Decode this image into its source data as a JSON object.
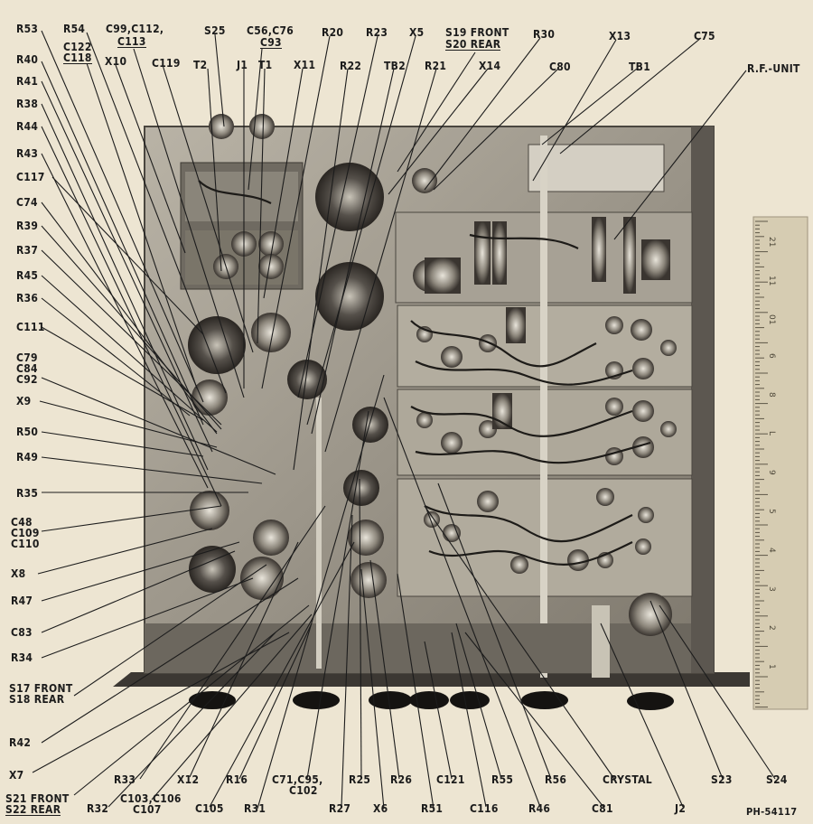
{
  "figure_id": "PH-54117",
  "labels": {
    "R53": "R53",
    "R54": "R54",
    "C122": "C122",
    "C118": "C118",
    "C99_C112": "C99,C112,",
    "C113": "C113",
    "S25": "S25",
    "C56_C76": "C56,C76",
    "C93": "C93",
    "R20": "R20",
    "R23": "R23",
    "X5": "X5",
    "S19": "S19 FRONT",
    "S20": "S20 REAR",
    "R30": "R30",
    "X13": "X13",
    "C75": "C75",
    "R40": "R40",
    "X10": "X10",
    "C119": "C119",
    "T2": "T2",
    "J1": "J1",
    "T1": "T1",
    "X11": "X11",
    "R22": "R22",
    "TB2": "TB2",
    "R21": "R21",
    "X14": "X14",
    "C80": "C80",
    "TB1": "TB1",
    "RF_UNIT": "R.F.-UNIT",
    "R41": "R41",
    "R38": "R38",
    "R44": "R44",
    "R43": "R43",
    "C117": "C117",
    "C74": "C74",
    "R39": "R39",
    "R37": "R37",
    "R45": "R45",
    "R36": "R36",
    "C111": "C111",
    "C79": "C79",
    "C84": "C84",
    "C92": "C92",
    "X9": "X9",
    "R50": "R50",
    "R49": "R49",
    "R35": "R35",
    "C48": "C48",
    "C109": "C109",
    "C110": "C110",
    "X8": "X8",
    "R47": "R47",
    "C83": "C83",
    "R34": "R34",
    "S17": "S17 FRONT",
    "S18": "S18 REAR",
    "R42": "R42",
    "X7": "X7",
    "S21": "S21 FRONT",
    "S22": "S22 REAR",
    "R33": "R33",
    "R32": "R32",
    "X12": "X12",
    "C103_C106": "C103,C106",
    "C107": "C107",
    "C105": "C105",
    "R16": "R16",
    "R31": "R31",
    "C71_C95": "C71,C95,",
    "C102": "C102",
    "R27": "R27",
    "R25": "R25",
    "X6": "X6",
    "R26": "R26",
    "R51": "R51",
    "C121": "C121",
    "C116": "C116",
    "R55": "R55",
    "R46": "R46",
    "R56": "R56",
    "CRYSTAL": "CRYSTAL",
    "C81": "C81",
    "J2": "J2",
    "S23": "S23",
    "S24": "S24"
  },
  "ruler_digits": [
    "21",
    "11",
    "01",
    "6",
    "8",
    "L",
    "9",
    "5",
    "4",
    "3",
    "2",
    "1"
  ],
  "colors": {
    "paper": "#ede5d2",
    "ink": "#1c1c1c",
    "chassis": "#8a8478",
    "ruler": "#d6ccb2"
  }
}
